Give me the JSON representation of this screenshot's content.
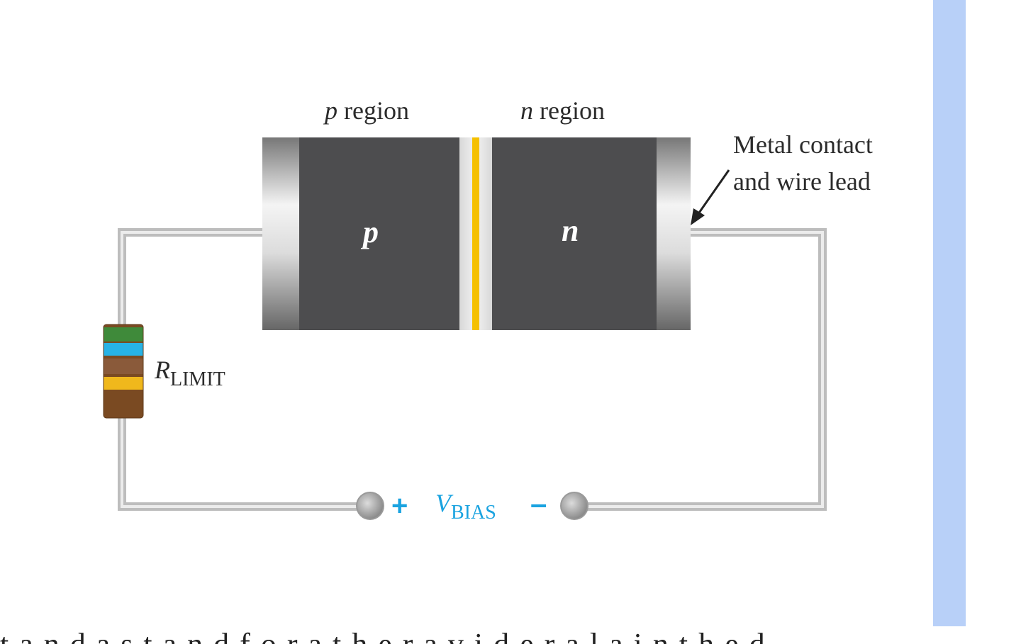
{
  "diagram": {
    "labels": {
      "p_region_prefix": "p",
      "p_region_word": " region",
      "n_region_prefix": "n",
      "n_region_word": " region",
      "p_block": "p",
      "n_block": "n",
      "metal_contact_line1": "Metal contact",
      "metal_contact_line2": "and wire lead",
      "r_main": "R",
      "r_sub": "LIMIT",
      "plus": "+",
      "v_main": "V",
      "v_sub": "BIAS",
      "minus": "–"
    },
    "colors": {
      "semiconductor": "#4d4d4f",
      "junction": "#f5c000",
      "wire": "#c8c8c8",
      "vbias": "#1aa3e0",
      "side_bar": "#b8d0f8"
    },
    "resistor_bands": [
      "#3f8a3a",
      "#27b3e6",
      "#8a5a3a",
      "#f0b81c"
    ]
  },
  "bottom_text": "t a n d a s t a n d   f   o   r   a   t h   e   r   a   v   i   d   e   r   a   l   a   i   n   t   h   e   d"
}
